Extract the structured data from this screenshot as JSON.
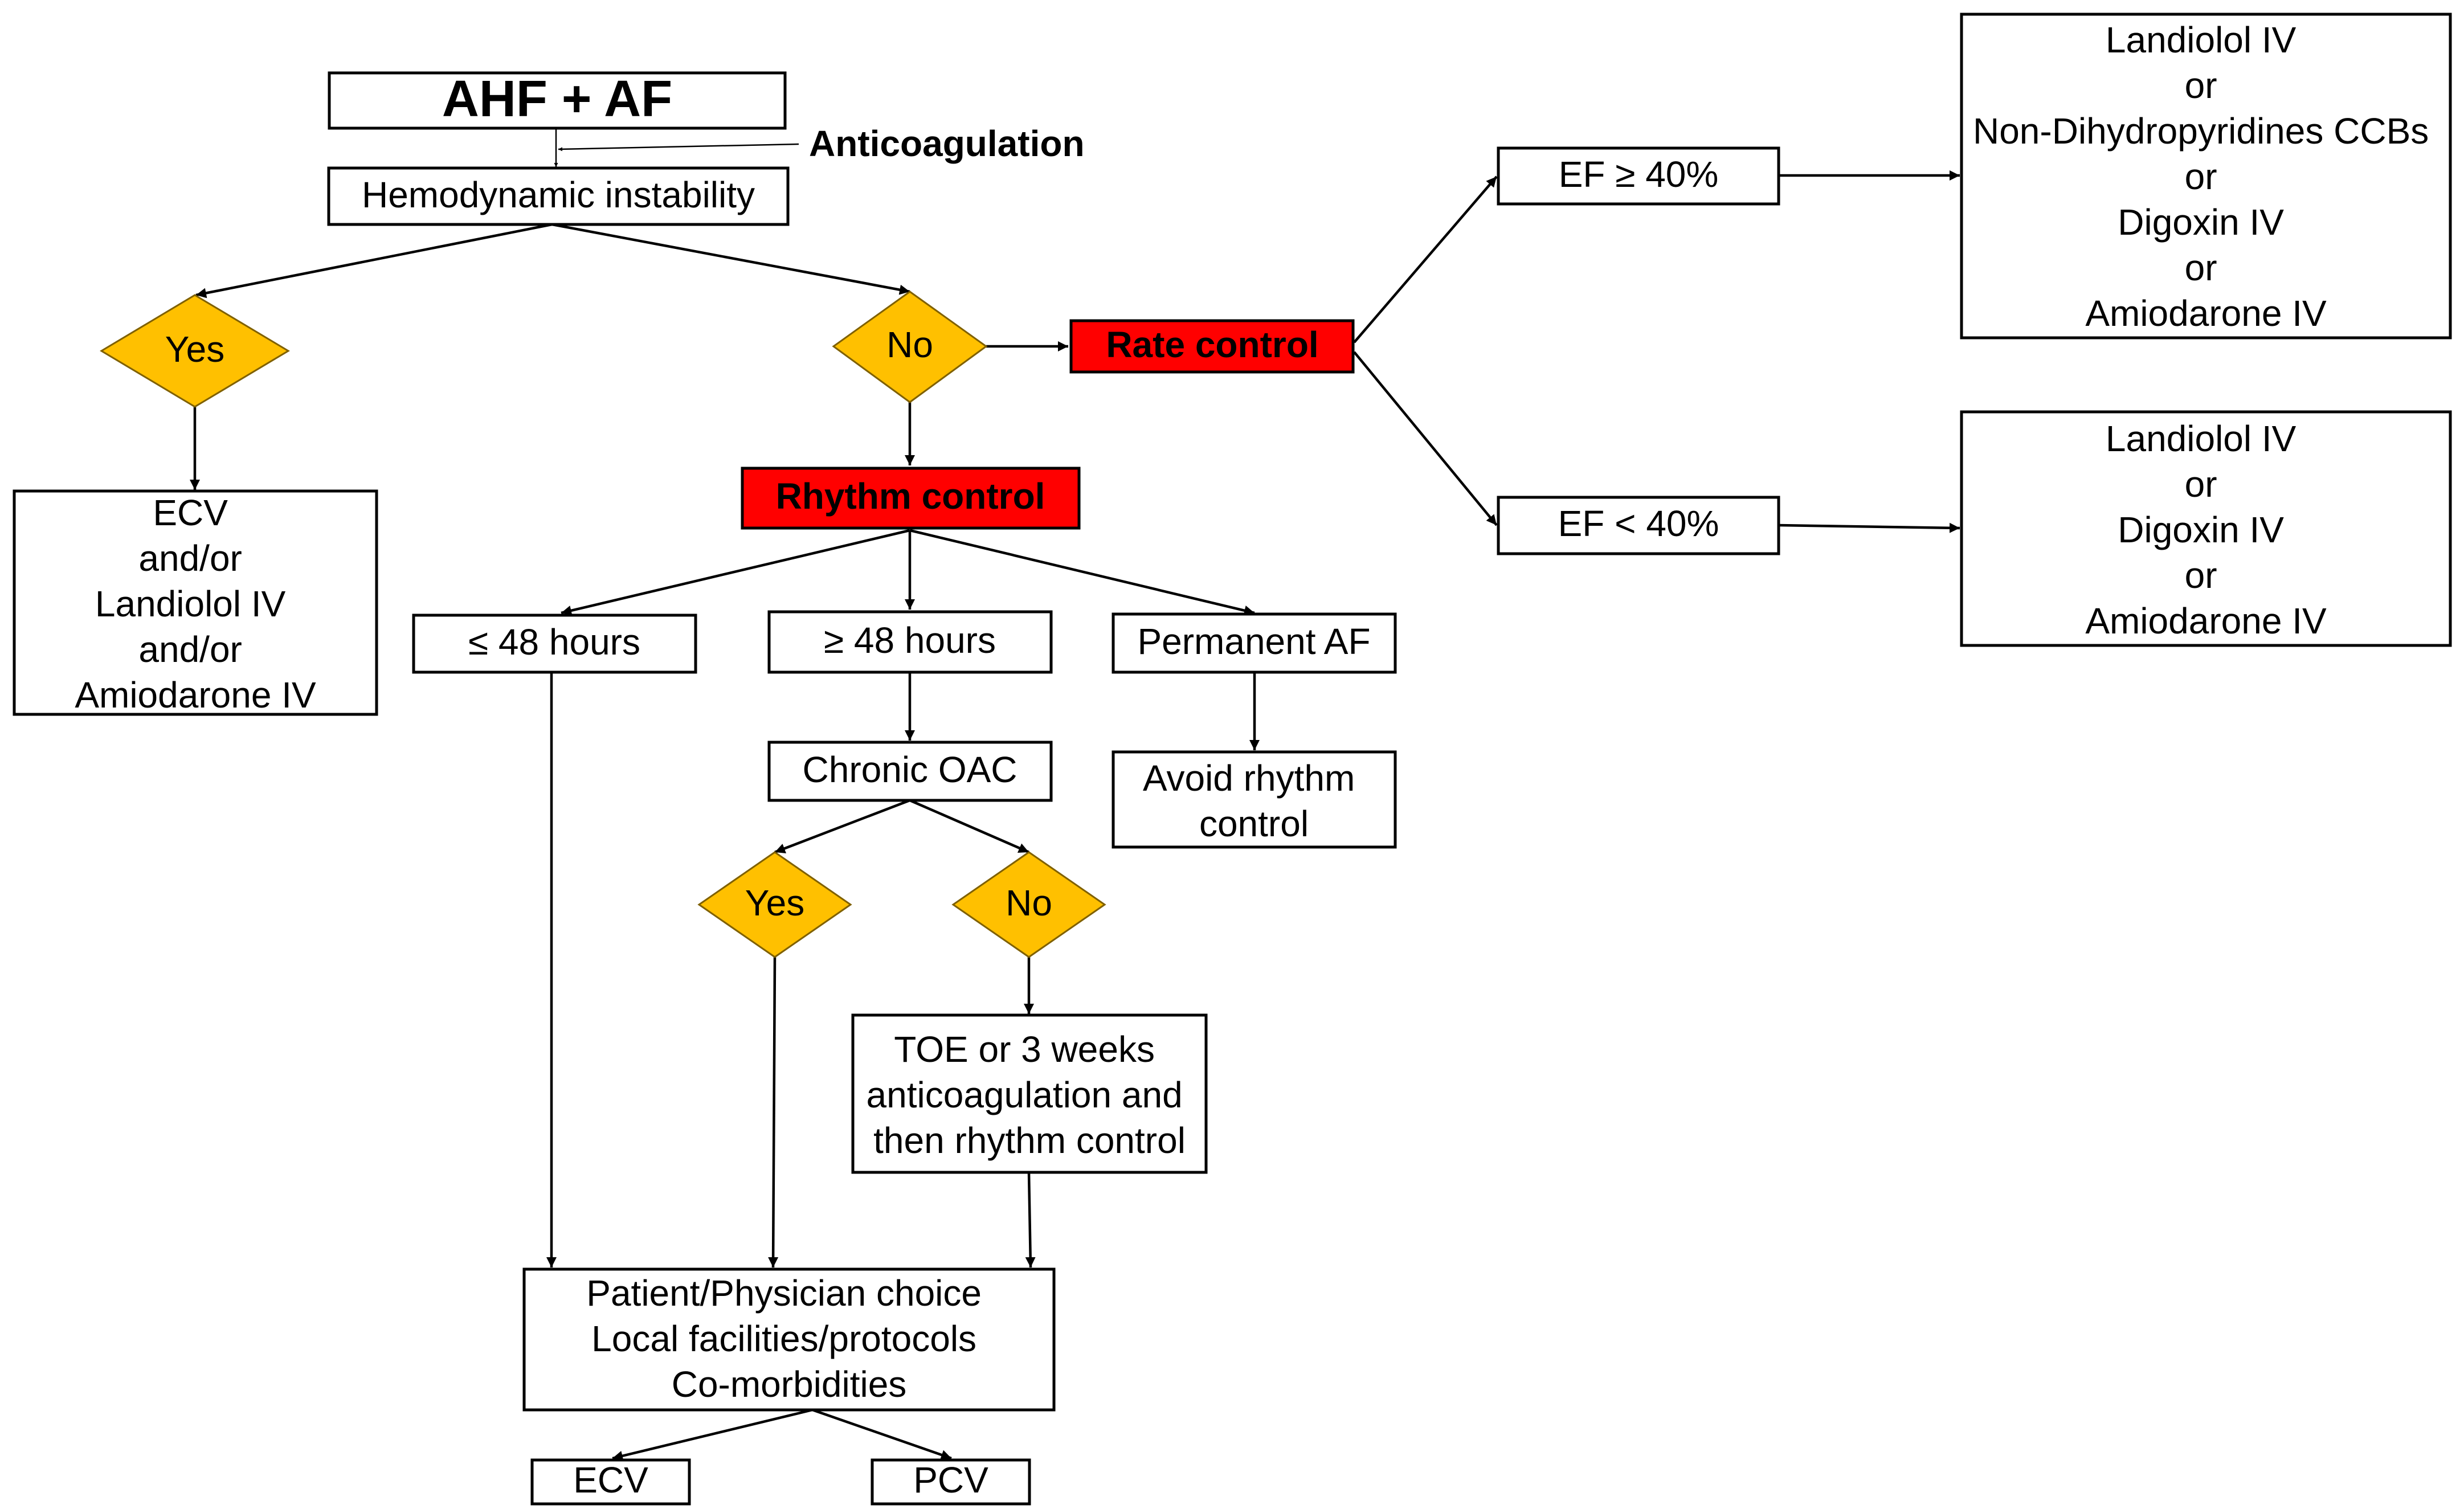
{
  "nodes": {
    "start": "AHF + AF",
    "anticoagulation": "Anticoagulation",
    "instability": "Hemodynamic instability",
    "yes_unstable": "Yes",
    "no_unstable": "No",
    "unstable_tx": [
      "ECV",
      "and/or",
      "Landiolol IV",
      "and/or",
      "Amiodarone IV"
    ],
    "rate_control": "Rate control",
    "rhythm_control": "Rhythm control",
    "ef_ge40": "EF ≥ 40%",
    "ef_lt40": "EF < 40%",
    "ef_ge40_tx": [
      "Landiolol IV",
      "or",
      "Non-Dihydropyridines CCBs",
      "or",
      "Digoxin IV",
      "or",
      "Amiodarone IV"
    ],
    "ef_lt40_tx": [
      "Landiolol IV",
      "or",
      "Digoxin IV",
      "or",
      "Amiodarone IV"
    ],
    "le48": "≤ 48 hours",
    "ge48": "≥ 48 hours",
    "permanent_af": "Permanent AF",
    "avoid_rhythm": [
      "Avoid rhythm",
      "control"
    ],
    "chronic_oac": "Chronic OAC",
    "yes_oac": "Yes",
    "no_oac": "No",
    "toe": [
      "TOE or 3 weeks",
      "anticoagulation and",
      "then rhythm control"
    ],
    "choice": [
      "Patient/Physician choice",
      "Local facilities/protocols",
      "Co-morbidities"
    ],
    "ecv": "ECV",
    "pcv": "PCV"
  },
  "colors": {
    "decision_fill": "#ffc000",
    "action_fill": "#ff0000",
    "box_fill": "#ffffff",
    "line": "#000000"
  }
}
